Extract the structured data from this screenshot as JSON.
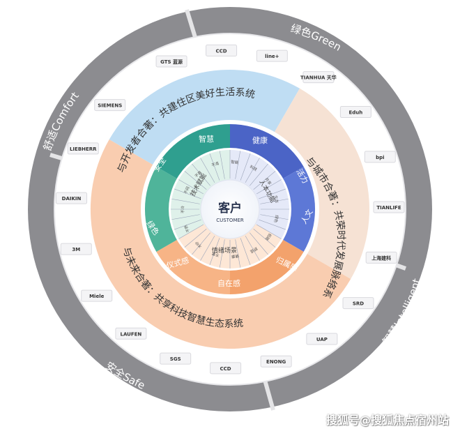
{
  "outer_labels": {
    "comfort": "舒适Comfort",
    "green": "绿色Green",
    "intelligent": "智慧Intelligent",
    "safe": "安全Safe"
  },
  "middle_labels": {
    "developers": "与开发者合著：共建住区美好生活系统",
    "cities": "与城市合著：共荣时代发展脉络系统",
    "future": "与未来合著：共享科技智慧生态系统"
  },
  "pillars": {
    "wisdom": "智慧",
    "health": "健康",
    "safety": "安全",
    "vitality": "活力",
    "green": "绿色",
    "humanities": "人文",
    "ritual": "仪式感",
    "belonging": "归属感",
    "ease": "自在感"
  },
  "inner": {
    "tech_enable": "技术赋能",
    "human_function": "人本功能",
    "emotion_scene": "情绪场景"
  },
  "tiny_labels": [
    "智能",
    "科技",
    "共享",
    "生态",
    "绿色",
    "低碳",
    "舒适",
    "健康",
    "不累",
    "不吵",
    "不热",
    "不冷",
    "不闷",
    "不臭",
    "不渴"
  ],
  "center": {
    "title_cn": "客户",
    "title_en": "CUSTOMER"
  },
  "logos": [
    "GTS 蓝源",
    "CCD",
    "line+",
    "TIANHUA 天华",
    "Eduh",
    "bpi",
    "TIANLIFE",
    "上海建科",
    "SRD",
    "UAP",
    "ENONG",
    "CCD",
    "SGS",
    "LAUFEN",
    "Miele",
    "3M",
    "DAIKIN",
    "LIEBHERR",
    "SIEMENS"
  ],
  "watermark": "搜狐号@搜狐焦点宿州站",
  "colors": {
    "outer_ring": "#8a8a8e",
    "outer_ring_light": "#d4d4d6",
    "logo_ring": "#ffffff",
    "band_blue": "#bcdcf3",
    "band_peach": "#fbd8c4",
    "band_orange": "#f8c7a6",
    "pillar_teal": "#2fa592",
    "pillar_green": "#57bf9a",
    "pillar_blue": "#4a5dc8",
    "pillar_orange": "#f29a62"
  }
}
